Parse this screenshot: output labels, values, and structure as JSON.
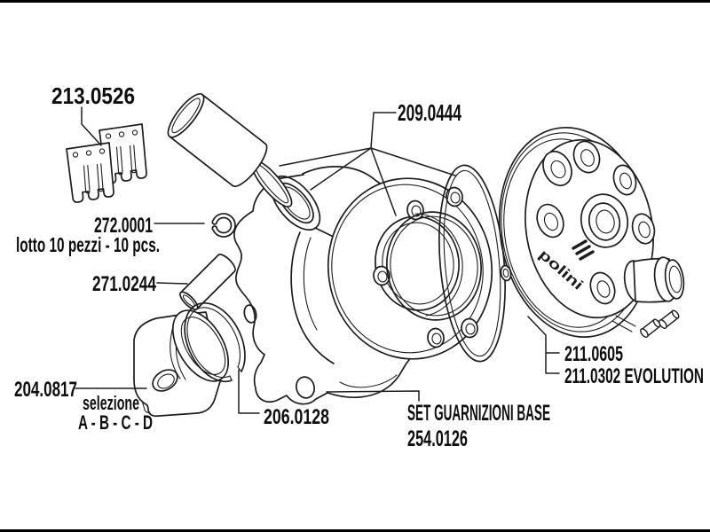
{
  "page": {
    "background": "#ffffff",
    "line_color": "#1d1d1d",
    "frame_color": "#000000"
  },
  "diagram": {
    "type": "exploded-parts-diagram",
    "labels": [
      {
        "part": "213.0526"
      },
      {
        "part": "272.0001",
        "note": "lotto 10 pezzi - 10 pcs."
      },
      {
        "part": "271.0244"
      },
      {
        "part": "204.0817",
        "note": "selezione",
        "note2": "A - B - C - D"
      },
      {
        "part": "206.0128"
      },
      {
        "part": "209.0444"
      },
      {
        "part": "211.0605"
      },
      {
        "part": "211.0302 EVOLUTION"
      },
      {
        "part": "SET GUARNIZIONI BASE",
        "note": "254.0126"
      }
    ],
    "head_logo_text": "polini"
  }
}
